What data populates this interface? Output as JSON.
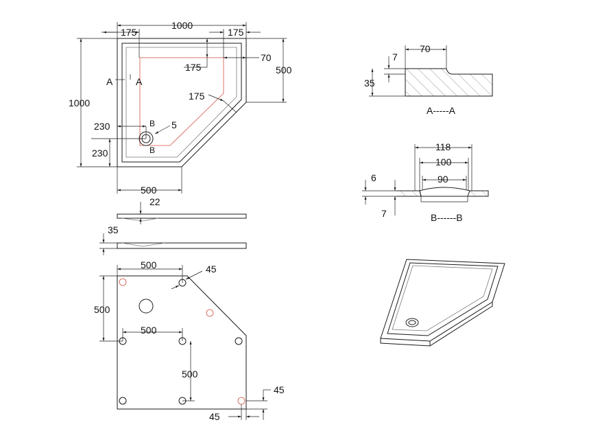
{
  "top_view": {
    "width": "1000",
    "height": "1000",
    "offset_left": "175",
    "offset_right": "175",
    "inner_175": "175",
    "rim_70": "70",
    "side_500": "500",
    "diag_175": "175",
    "drain_230_h": "230",
    "drain_230_v": "230",
    "drain_5": "5",
    "bottom_500": "500",
    "section_a_left": "A",
    "section_a_right": "A",
    "section_b_top": "B",
    "section_b_bottom": "B"
  },
  "side_view": {
    "thickness_22": "22",
    "height_35": "35"
  },
  "bottom_view": {
    "feet_500_top": "500",
    "hole_45_top": "45",
    "feet_500_left": "500",
    "feet_500_mid": "500",
    "feet_500_vert": "500",
    "hole_45_right": "45",
    "hole_45_bottom": "45"
  },
  "section_a": {
    "dim_7": "7",
    "dim_70": "70",
    "dim_35": "35",
    "title": "A-----A"
  },
  "section_b": {
    "dim_118": "118",
    "dim_100": "100",
    "dim_90": "90",
    "dim_6": "6",
    "dim_7": "7",
    "title": "B------B"
  },
  "colors": {
    "line": "#1a1a1a",
    "accent_red": "#d4503e"
  }
}
